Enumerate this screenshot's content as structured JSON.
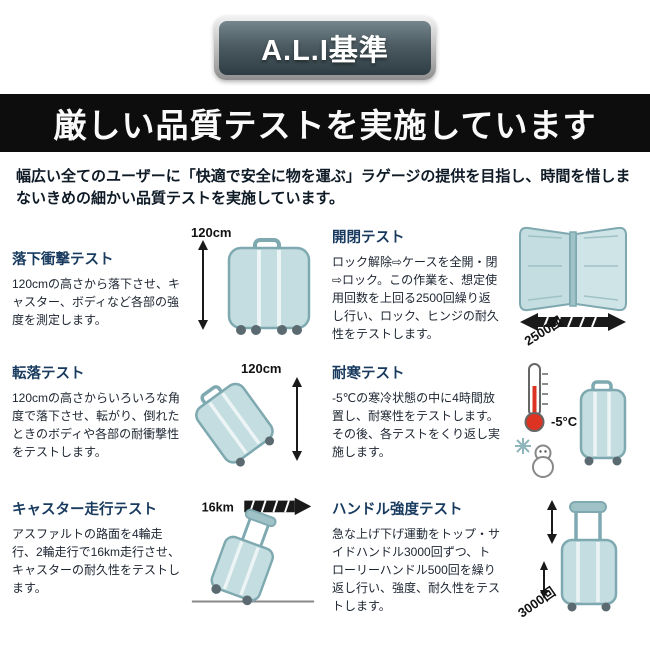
{
  "badge": {
    "text": "A.L.I基準"
  },
  "banner": {
    "title": "厳しい品質テストを実施しています"
  },
  "intro": "幅広い全てのユーザーに「快適で安全に物を運ぶ」ラゲージの提供を目指し、時間を惜しまないきめの細かい品質テストを実施しています。",
  "colors": {
    "title_navy": "#173a5e",
    "banner_bg": "#0d0d0d",
    "suitcase_fill": "#c3dde0",
    "suitcase_stroke": "#7fa9b0",
    "thermometer_red": "#dd3322"
  },
  "tests": [
    {
      "id": "drop-impact",
      "title": "落下衝撃テスト",
      "description": "120cmの高さから落下させ、キャスター、ボディなど各部の強度を測定します。",
      "label": "120cm"
    },
    {
      "id": "open-close",
      "title": "開閉テスト",
      "description": "ロック解除⇨ケースを全開・閉⇨ロック。この作業を、想定使用回数を上回る2500回繰り返し行い、ロック、ヒンジの耐久性をテストします。",
      "label": "2500回"
    },
    {
      "id": "tumble",
      "title": "転落テスト",
      "description": "120cmの高さからいろいろな角度で落下させ、転がり、倒れたときのボディや各部の耐衝撃性をテストします。",
      "label": "120cm"
    },
    {
      "id": "cold-resistance",
      "title": "耐寒テスト",
      "description": "-5℃の寒冷状態の中に4時間放置し、耐寒性をテストします。その後、各テストをくり返し実施します。",
      "label": "-5°C"
    },
    {
      "id": "caster-run",
      "title": "キャスター走行テスト",
      "description": "アスファルトの路面を4輪走行、2輪走行で16km走行させ、キャスターの耐久性をテストします。",
      "label": "16km"
    },
    {
      "id": "handle-strength",
      "title": "ハンドル強度テスト",
      "description": "急な上げ下げ運動をトップ・サイドハンドル3000回ずつ、トローリーハンドル500回を繰り返し行い、強度、耐久性をテストします。",
      "label": "3000回"
    }
  ]
}
